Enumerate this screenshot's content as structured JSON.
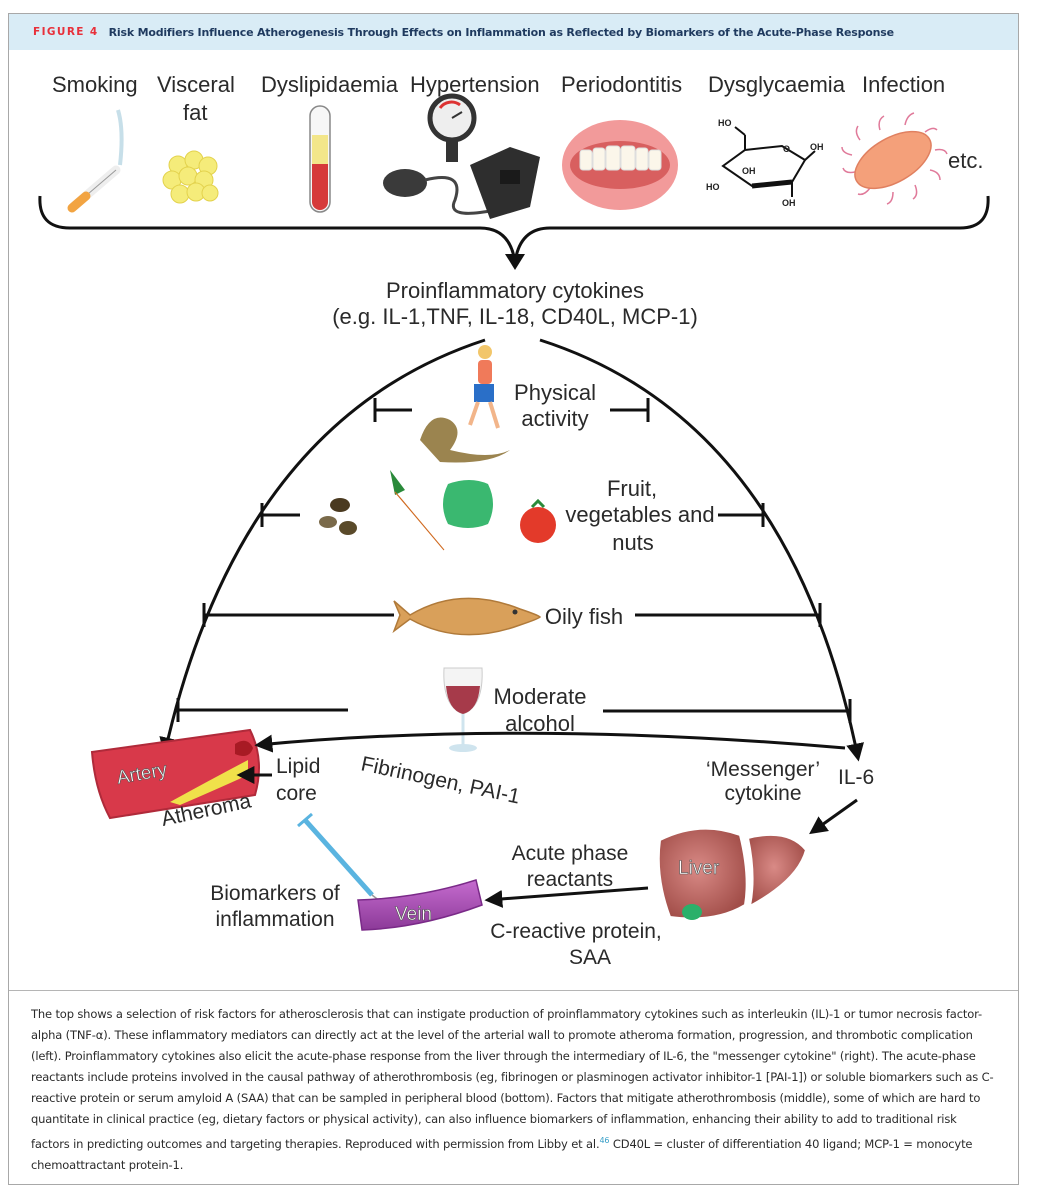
{
  "figure": {
    "label": "FIGURE 4",
    "title": "Risk Modifiers Influence Atherogenesis Through Effects on Inflammation as Reflected by Biomarkers of the Acute-Phase Response",
    "colors": {
      "label": "#e8303a",
      "title": "#1f3a5f",
      "header_bg": "#d9ecf6"
    }
  },
  "risk_factors": [
    {
      "label": "Smoking",
      "icon": "cigarette-icon"
    },
    {
      "label": "Visceral",
      "label2": "fat",
      "icon": "fat-cells-icon"
    },
    {
      "label": "Dyslipidaemia",
      "icon": "blood-tube-icon"
    },
    {
      "label": "Hypertension",
      "icon": "sphygmomanometer-icon"
    },
    {
      "label": "Periodontitis",
      "icon": "gums-icon"
    },
    {
      "label": "Dysglycaemia",
      "icon": "glucose-molecule-icon"
    },
    {
      "label": "Infection",
      "icon": "bacterium-icon"
    }
  ],
  "etc_label": "etc.",
  "glucose_groups": {
    "top": "HO",
    "ring_o": "O",
    "oh_right": "OH",
    "oh_mid": "OH",
    "ho_left": "HO",
    "oh_bottom": "OH"
  },
  "cytokines": {
    "line1": "Proinflammatory cytokines",
    "line2": "(e.g. IL-1,TNF, IL-18, CD40L, MCP-1)"
  },
  "modifiers": [
    {
      "line1": "Physical",
      "line2": "activity",
      "icon": "runner-icon"
    },
    {
      "line1": "Fruit,",
      "line2": "vegetables and",
      "line3": "nuts",
      "icon": "produce-icon"
    },
    {
      "line1": "Oily fish",
      "icon": "fish-icon"
    },
    {
      "line1": "Moderate",
      "line2": "alcohol",
      "icon": "wine-glass-icon"
    }
  ],
  "bottom": {
    "artery": "Artery",
    "lipid_core_1": "Lipid",
    "lipid_core_2": "core",
    "atheroma": "Atheroma",
    "fibrinogen": "Fibrinogen, PAI-1",
    "messenger_1": "‘Messenger’",
    "messenger_2": "cytokine",
    "il6": "IL-6",
    "liver": "Liver",
    "acute_1": "Acute phase",
    "acute_2": "reactants",
    "crp_1": "C-reactive protein,",
    "crp_2": "SAA",
    "biomarkers_1": "Biomarkers of",
    "biomarkers_2": "inflammation",
    "vein": "Vein"
  },
  "caption": {
    "text_before_ref": "The top shows a selection of risk factors for atherosclerosis that can instigate production of proinflammatory cytokines such as interleukin (IL)-1 or tumor necrosis factor-alpha (TNF-α). These inflammatory mediators can directly act at the level of the arterial wall to promote atheroma formation, progression, and thrombotic complication (left). Proinflammatory cytokines also elicit the acute-phase response from the liver through the intermediary of IL-6, the \"messenger cytokine\" (right). The acute-phase reactants include proteins involved in the causal pathway of atherothrombosis (eg, fibrinogen or plasminogen activator inhibitor-1 [PAI-1]) or soluble biomarkers such as C-reactive protein or serum amyloid A (SAA) that can be sampled in peripheral blood (bottom). Factors that mitigate atherothrombosis (middle), some of which are hard to quantitate in clinical practice (eg, dietary factors or physical activity), can also influence biomarkers of inflammation, enhancing their ability to add to traditional risk factors in predicting outcomes and targeting therapies. Reproduced with permission from Libby et al.",
    "ref": "46",
    "text_after_ref": " CD40L = cluster of differentiation 40 ligand; MCP-1 = monocyte chemoattractant protein-1."
  }
}
